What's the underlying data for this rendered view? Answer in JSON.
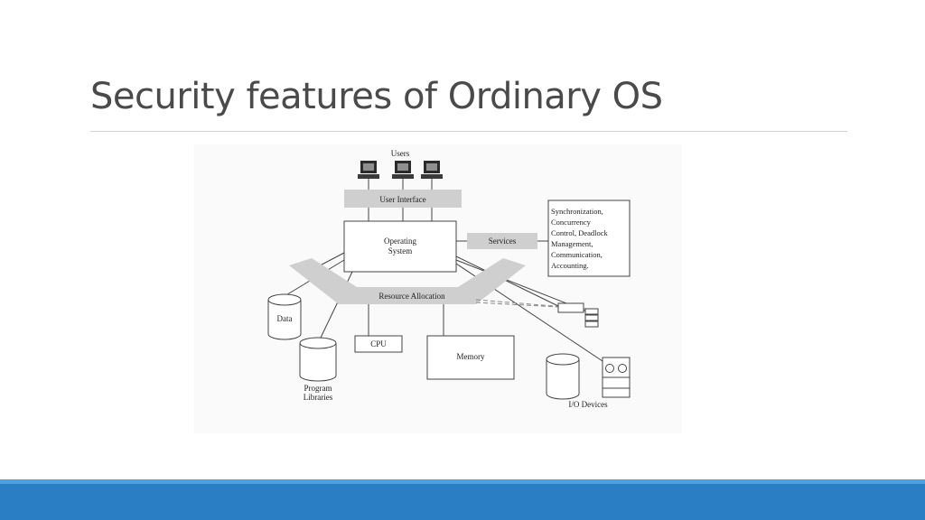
{
  "slide": {
    "title": "Security features of Ordinary OS"
  },
  "diagram": {
    "users_label": "Users",
    "user_interface_label": "User Interface",
    "os_label_line1": "Operating",
    "os_label_line2": "System",
    "services_label": "Services",
    "services_list": [
      "Synchronization,",
      "Concurrency",
      "Control, Deadlock",
      "Management,",
      "Communication,",
      "Accounting."
    ],
    "resource_allocation_label": "Resource Allocation",
    "data_label": "Data",
    "program_libraries_line1": "Program",
    "program_libraries_line2": "Libraries",
    "cpu_label": "CPU",
    "memory_label": "Memory",
    "io_devices_label": "I/O Devices"
  },
  "colors": {
    "title": "#4a4a4a",
    "footer_bar": "#2a7fc4",
    "footer_line": "#4aa3de",
    "diagram_band": "#cfcfcf"
  }
}
